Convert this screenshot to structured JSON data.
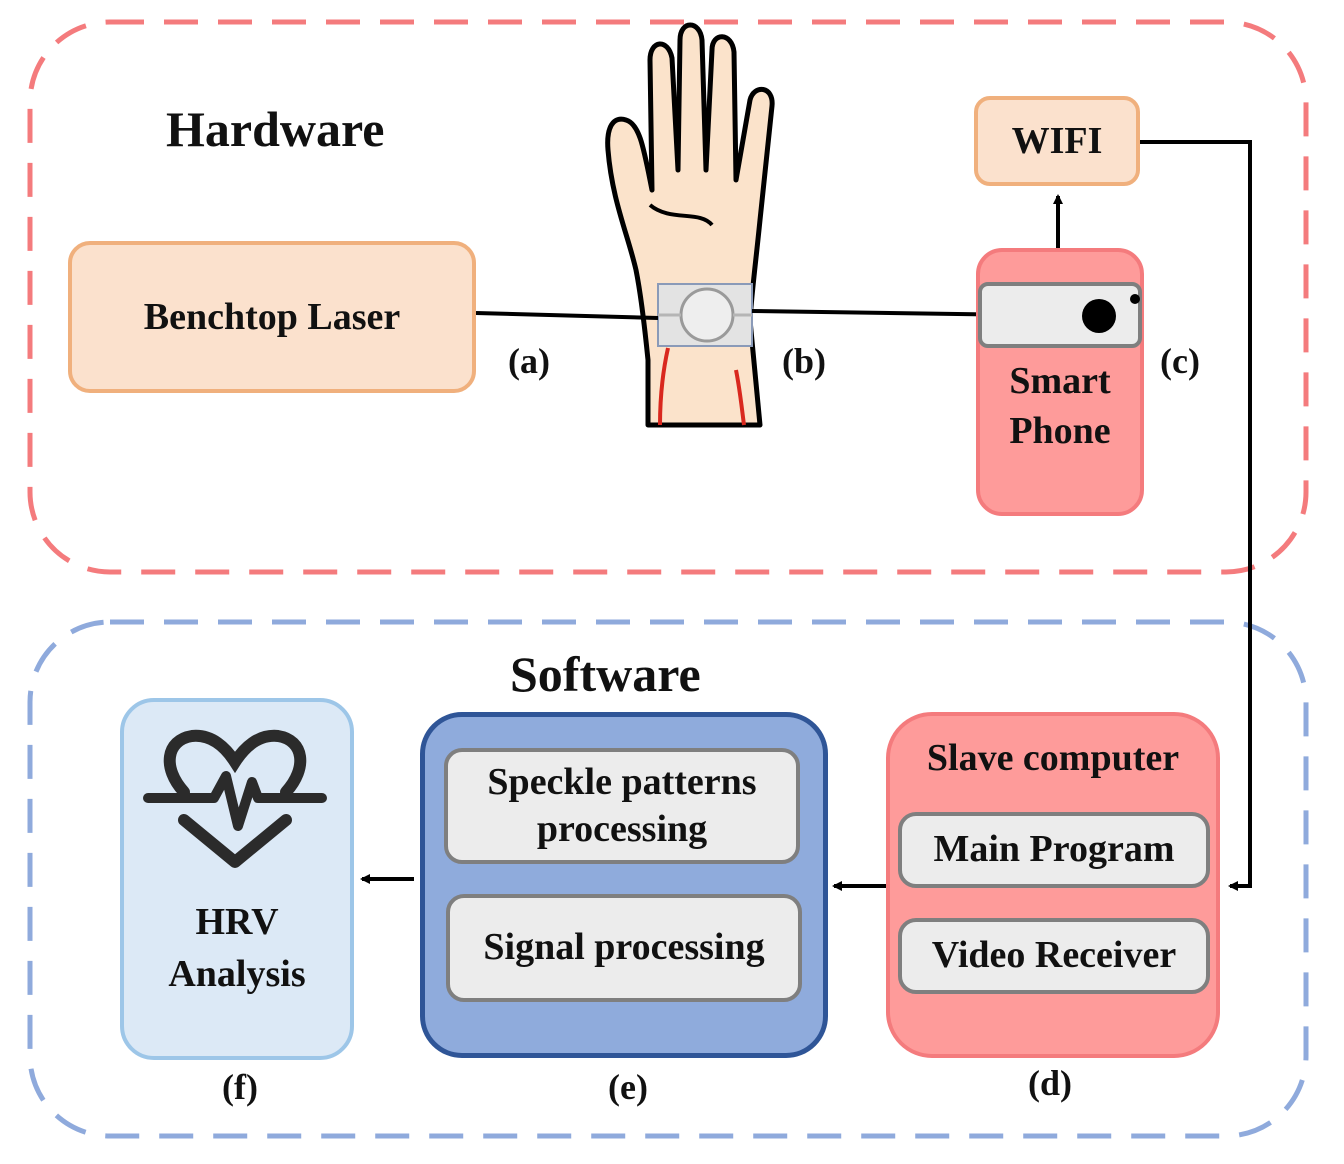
{
  "hardware": {
    "title": "Hardware",
    "laser_label": "Benchtop Laser",
    "wifi_label": "WIFI",
    "phone_label": "Smart Phone",
    "tags": {
      "a": "(a)",
      "b": "(b)",
      "c": "(c)"
    }
  },
  "software": {
    "title": "Software",
    "slave": {
      "title": "Slave computer",
      "items": [
        "Main Program",
        "Video Receiver"
      ]
    },
    "processing": {
      "items": [
        "Speckle patterns processing",
        "Signal processing"
      ]
    },
    "hrv_label": "HRV Analysis",
    "tags": {
      "d": "(d)",
      "e": "(e)",
      "f": "(f)"
    }
  },
  "colors": {
    "hardware_border": "#f47b7d",
    "software_border": "#8faadc",
    "orange_fill": "#fbe1cd",
    "red_fill": "#fe9b9a",
    "blue_fill": "#8fabdc",
    "lightblue_fill": "#dce9f6"
  },
  "icons": [
    "hand-wrist-icon",
    "heartbeat-icon",
    "camera-lens-icon",
    "arrow-icon"
  ]
}
